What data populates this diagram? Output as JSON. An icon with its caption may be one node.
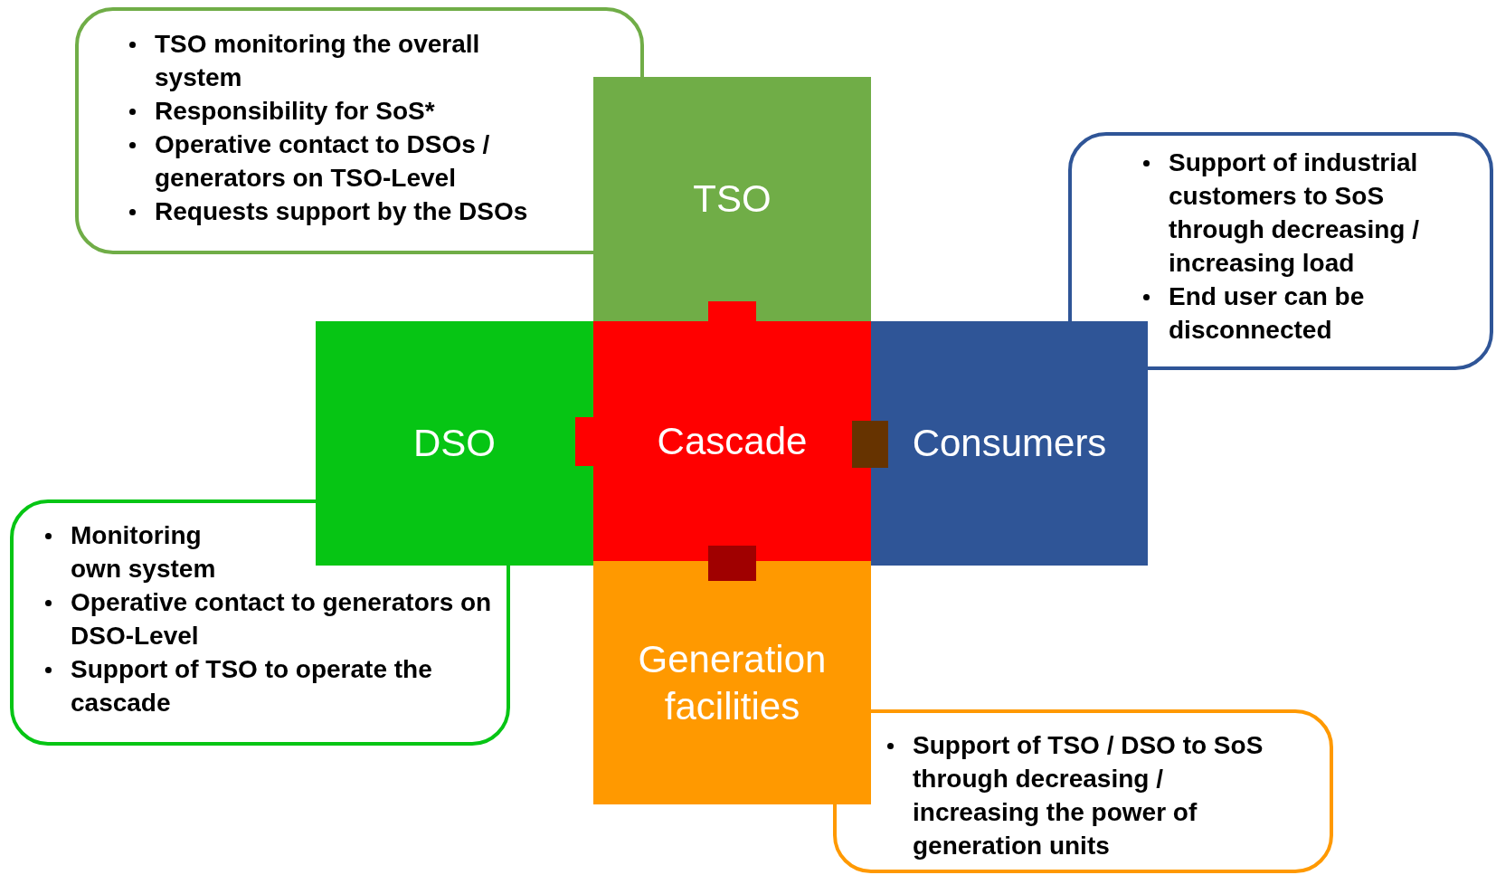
{
  "diagram": {
    "nodes": [
      {
        "text": [
          "TSO monitoring the overall system",
          "Responsibility for SoS*",
          "Operative contact to DSOs / generators on TSO-Level",
          "Requests support by the DSOs"
        ]
      },
      {
        "text": [
          "TSO"
        ]
      },
      {
        "text": [
          "Support of industrial customers to SoS through decreasing / increasing load",
          "End user can be disconnected"
        ]
      },
      {
        "text": [
          "DSO"
        ]
      },
      {
        "text": [
          "Cascade"
        ]
      },
      {
        "text": [
          "Consumers"
        ]
      },
      {
        "text": [
          "Monitoring own system",
          "Operative contact to generators on DSO-Level",
          "Support of TSO to operate the cascade"
        ]
      },
      {
        "text": [
          "Generation facilities"
        ]
      },
      {
        "text": [
          "Support of TSO / DSO to SoS through decreasing / increasing the power of generation units"
        ]
      }
    ]
  }
}
